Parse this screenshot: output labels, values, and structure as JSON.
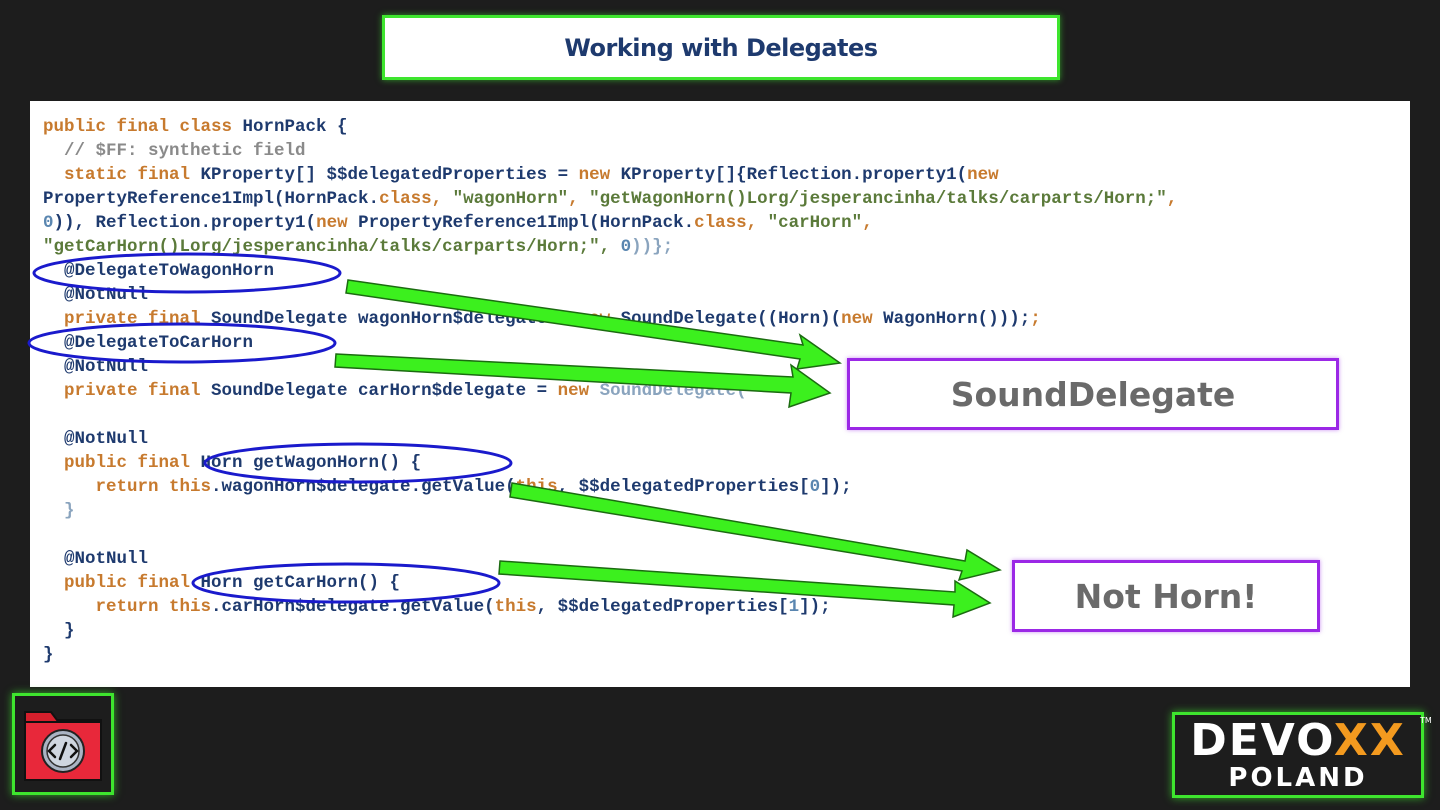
{
  "slide": {
    "title": "Working with Delegates"
  },
  "code": {
    "l1_kw": "public final class ",
    "l1_rest": "HornPack {",
    "l2": "  // $FF: synthetic field",
    "l3_kw": "  static final ",
    "l3_a": "KProperty[] $$delegatedProperties = ",
    "l3_new": "new ",
    "l3_b": "KProperty[]{Reflection.property1(",
    "l3_new2": "new",
    "l4_a": "PropertyReference1Impl(HornPack.",
    "l4_cls": "class",
    "l4_b": ", ",
    "l4_s1": "\"wagonHorn\"",
    "l4_c": ", ",
    "l4_s2": "\"getWagonHorn()Lorg/jesperancinha/talks/carparts/Horn;\"",
    "l4_d": ",",
    "l5_num": "0",
    "l5_a": ")), Reflection.property1(",
    "l5_new": "new ",
    "l5_b": "PropertyReference1Impl(HornPack.",
    "l5_cls": "class",
    "l5_c": ", ",
    "l5_s": "\"carHorn\"",
    "l5_d": ",",
    "l6_s": "\"getCarHorn()Lorg/jesperancinha/talks/carparts/Horn;\"",
    "l6_a": ", ",
    "l6_num": "0",
    "l6_b": "))};",
    "l7": "  @DelegateToWagonHorn",
    "l8": "  @NotNull",
    "l9_kw": "  private final ",
    "l9_a": "SoundDelegate wagonHorn$delegate = ",
    "l9_new": "new ",
    "l9_b": "SoundDelegate((Horn)(",
    "l9_new2": "new ",
    "l9_c": "WagonHorn()));",
    "l10": "  @DelegateToCarHorn",
    "l11": "  @NotNull",
    "l12_kw": "  private final ",
    "l12_a": "SoundDelegate carHorn$delegate = ",
    "l12_new": "new ",
    "l12_b": "SoundDelegate(",
    "l13": "",
    "l14": "  @NotNull",
    "l15_kw": "  public final ",
    "l15_a": "Horn getWagonHorn() {",
    "l16_kw": "     return this",
    "l16_a": ".wagonHorn$delegate.getValue(",
    "l16_this": "this",
    "l16_b": ", $$delegatedProperties[",
    "l16_num": "0",
    "l16_c": "]);",
    "l17": "  }",
    "l18": "",
    "l19": "  @NotNull",
    "l20_kw": "  public final ",
    "l20_a": "Horn getCarHorn() {",
    "l21_kw": "     return this",
    "l21_a": ".carHorn$delegate.getValue(",
    "l21_this": "this",
    "l21_b": ", $$delegatedProperties[",
    "l21_num": "1",
    "l21_c": "]);",
    "l22": "  }",
    "l23": "}"
  },
  "callouts": {
    "sound_delegate": "SoundDelegate",
    "not_horn": "Not Horn!"
  },
  "branding": {
    "devoxx_prefix": "DEVO",
    "devoxx_x": "XX",
    "devoxx_sub": "POLAND",
    "trademark": "TM"
  },
  "colors": {
    "title_border": "#3ee52e",
    "callout_border": "#9b28e6",
    "arrow_fill": "#3cf01e",
    "ellipse_stroke": "#1a1acc"
  }
}
